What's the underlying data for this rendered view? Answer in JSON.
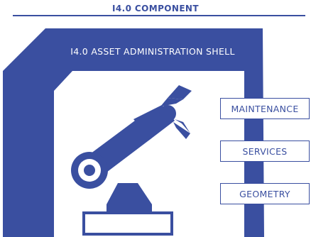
{
  "header": {
    "title": "I4.0 COMPONENT"
  },
  "shell": {
    "title": "I4.0 ASSET ADMINISTRATION SHELL"
  },
  "submodels": [
    {
      "label": "MAINTENANCE"
    },
    {
      "label": "SERVICES"
    },
    {
      "label": "GEOMETRY"
    }
  ],
  "colors": {
    "primary": "#3a4fa0",
    "background": "#ffffff"
  }
}
